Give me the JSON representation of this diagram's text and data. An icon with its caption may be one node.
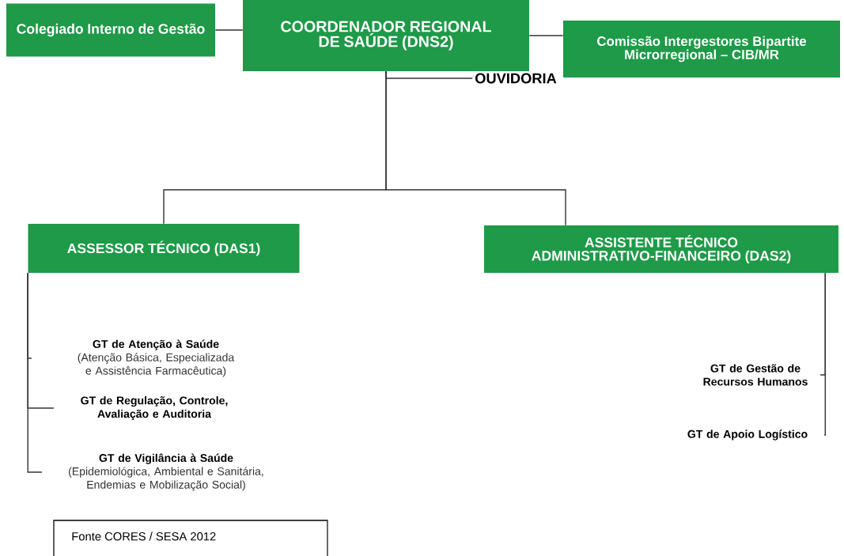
{
  "diagram": {
    "nodes": [
      {
        "text": [
          "Colegiado Interno de Gestão"
        ]
      },
      {
        "text": [
          "COORDENADOR REGIONAL DE SAÚDE (DNS2)"
        ]
      },
      {
        "text": [
          "Comissão Intergestores Bipartite Microrregional – CIB/MR"
        ]
      },
      {
        "text": [
          "OUVIDORIA"
        ]
      },
      {
        "text": [
          "ASSESSOR TÉCNICO (DAS1)"
        ]
      },
      {
        "text": [
          "ASSISTENTE TÉCNICO ADMINISTRATIVO-FINANCEIRO (DAS2)"
        ]
      },
      {
        "text": [
          "GT de Atenção à Saúde",
          "(Atenção Básica, Especializada e Assistência Farmacêutica)"
        ]
      },
      {
        "text": [
          "GT de Regulação, Controle, Avaliação e Auditoria"
        ]
      },
      {
        "text": [
          "GT de Vigilância à Saúde",
          "(Epidemiológica, Ambiental e Sanitária, Endemias e Mobilização Social)"
        ]
      },
      {
        "text": [
          "GT de Gestão de Recursos Humanos"
        ]
      },
      {
        "text": [
          "GT de Apoio Logístico"
        ]
      },
      {
        "text": [
          "Fonte CORES / SESA 2012"
        ]
      }
    ],
    "edges": [
      {
        "from": 0,
        "to": 1,
        "arrow": "none"
      },
      {
        "from": 1,
        "to": 2,
        "arrow": "none"
      },
      {
        "from": 1,
        "to": 3,
        "arrow": "none"
      },
      {
        "from": 1,
        "to": 4,
        "arrow": "none"
      },
      {
        "from": 1,
        "to": 5,
        "arrow": "none"
      },
      {
        "from": 4,
        "to": 6,
        "arrow": "none"
      },
      {
        "from": 4,
        "to": 7,
        "arrow": "none"
      },
      {
        "from": 4,
        "to": 8,
        "arrow": "none"
      },
      {
        "from": 5,
        "to": 9,
        "arrow": "none"
      },
      {
        "from": 5,
        "to": 10,
        "arrow": "none"
      }
    ]
  }
}
